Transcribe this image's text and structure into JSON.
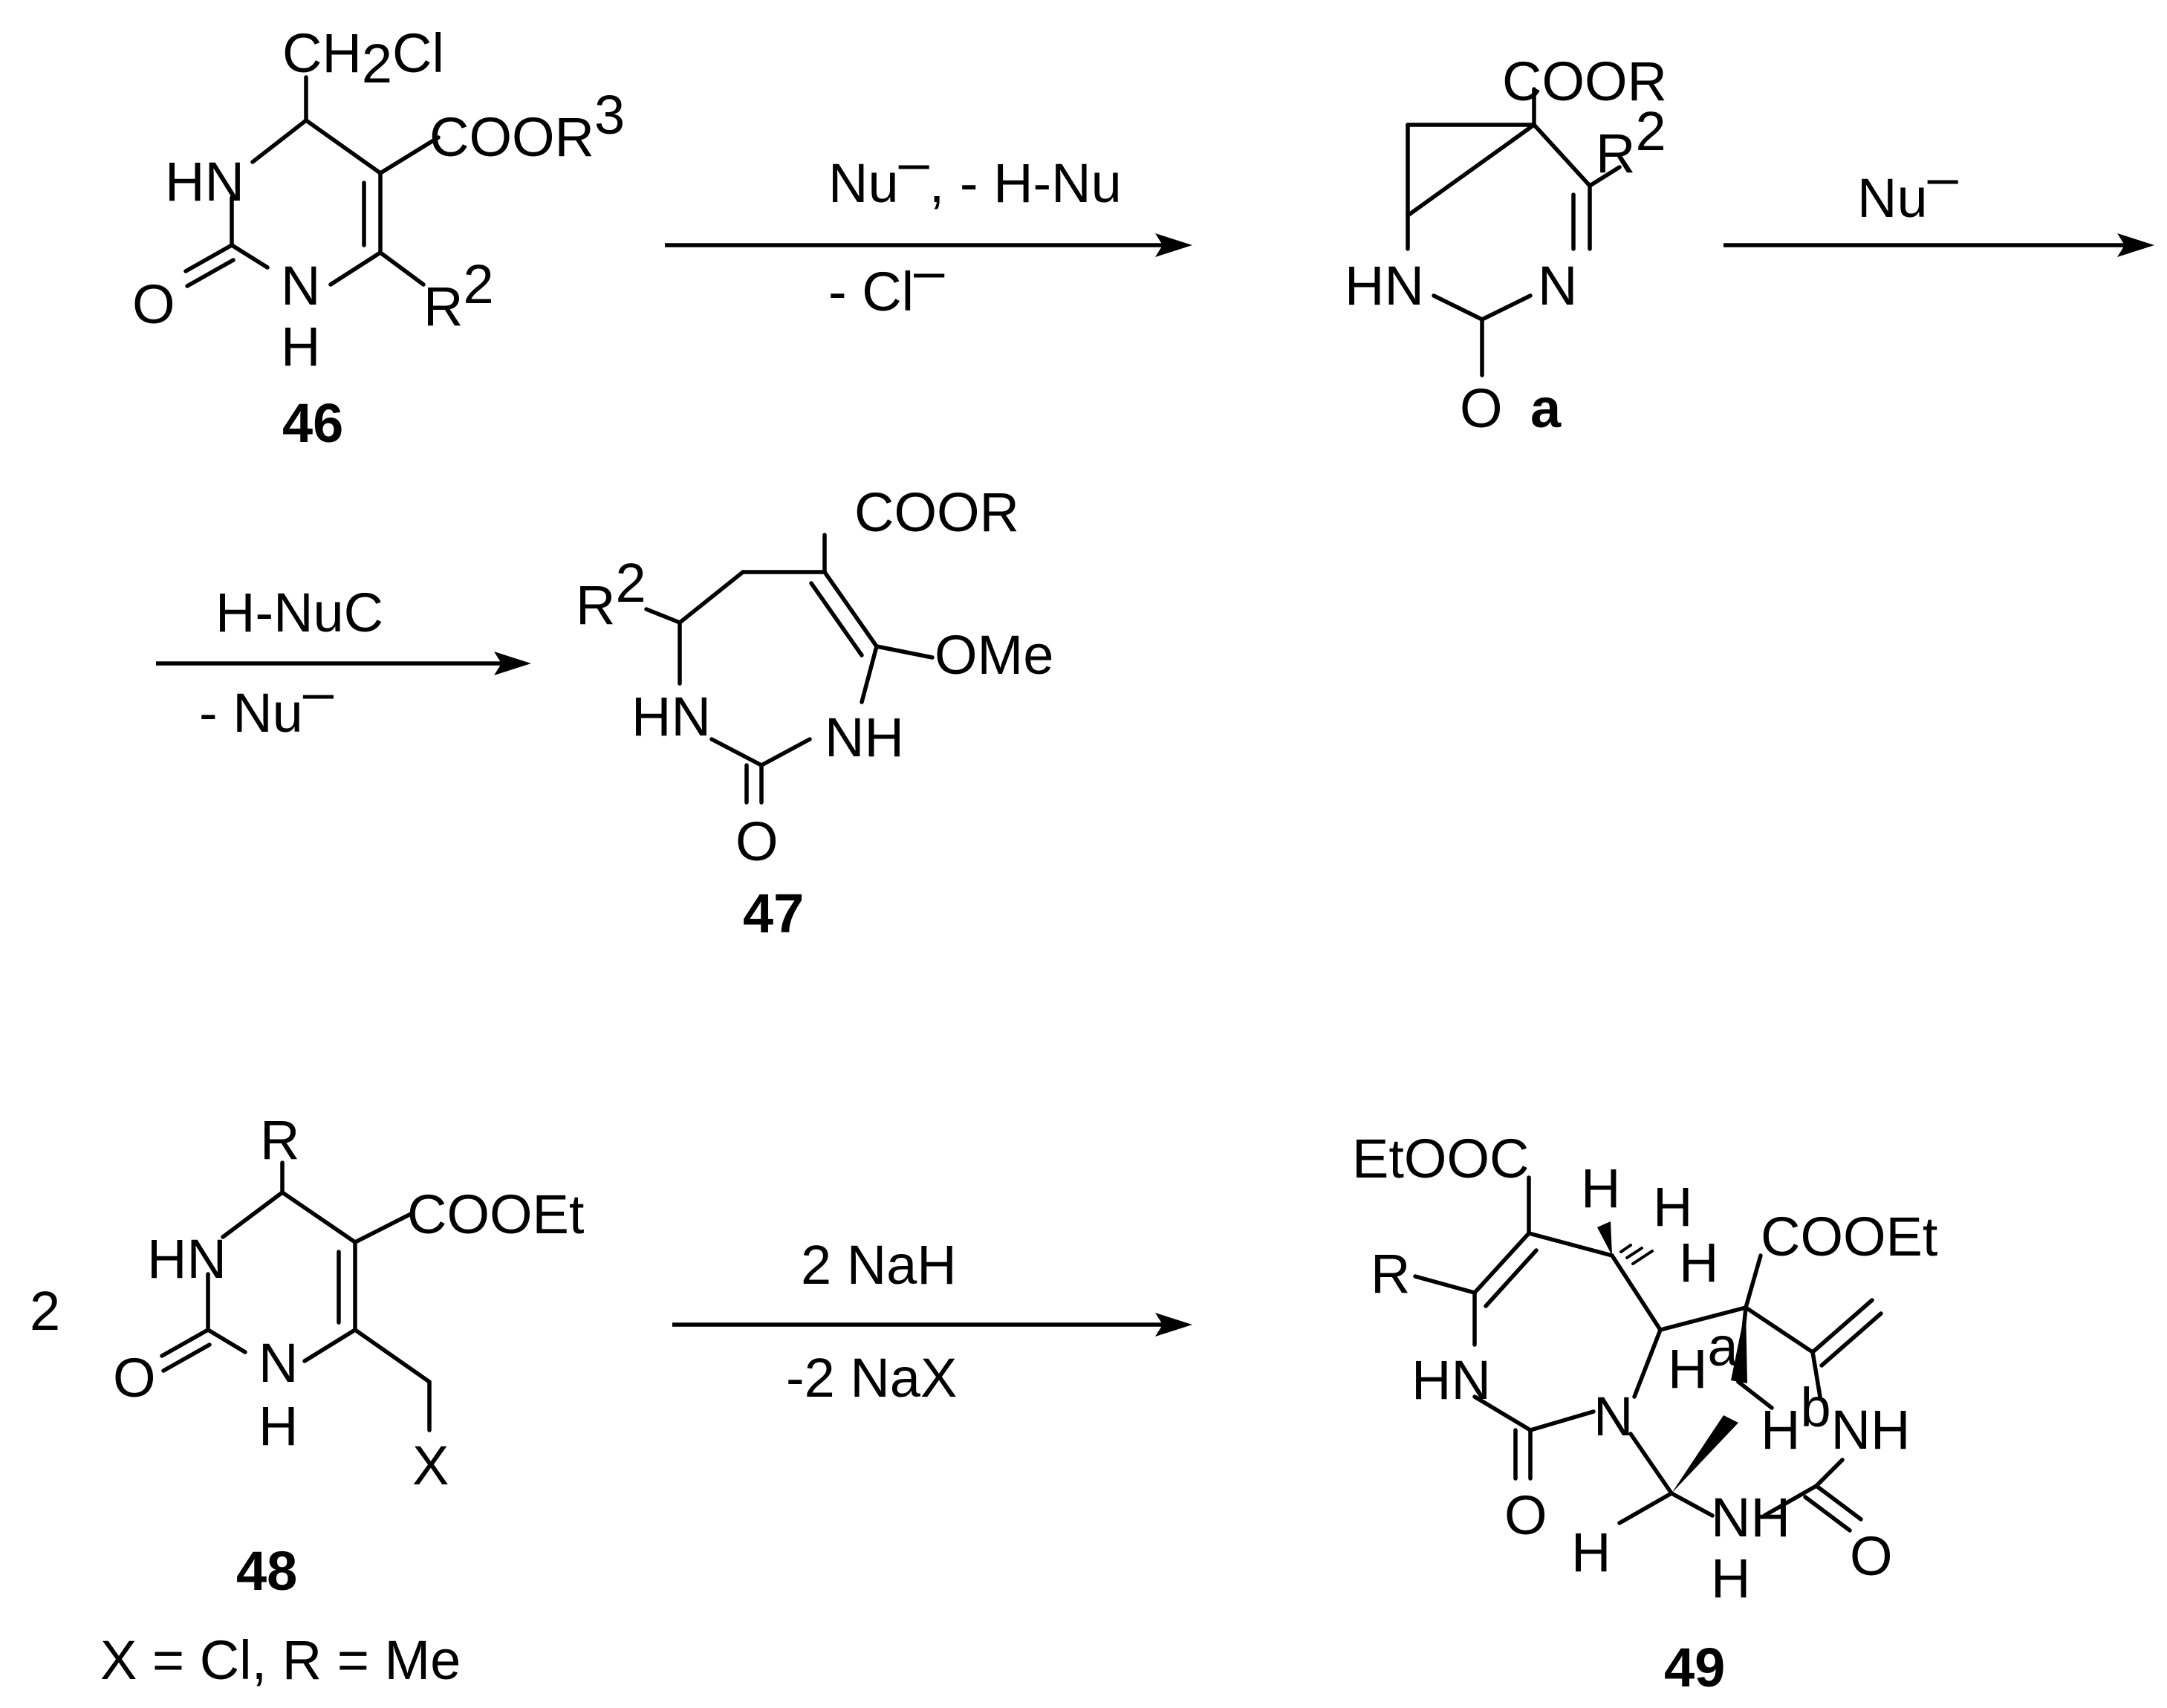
{
  "compound_46": {
    "id": "46",
    "ch2": "CH",
    "ch2_sub": "2",
    "ch2_cl": "Cl",
    "ester": "COOR",
    "ester_sup": "3",
    "hn": "HN",
    "o": "O",
    "n": "N",
    "h": "H",
    "r": "R",
    "r_sup": "2"
  },
  "arrow_1": {
    "top": "Nu",
    "top_sup": "–",
    "top_rest": ", - H-Nu",
    "bottom": "- Cl",
    "bottom_sup": "–"
  },
  "intermediate_a": {
    "id": "a",
    "ester": "COOR",
    "r": "R",
    "r_sup": "2",
    "n": "N",
    "hn": "HN",
    "o": "O"
  },
  "arrow_2": {
    "top": "Nu",
    "top_sup": "–"
  },
  "arrow_3": {
    "top": "H-NuC",
    "bottom": "- Nu",
    "bottom_sup": "–"
  },
  "compound_47": {
    "id": "47",
    "ester": "COOR",
    "r": "R",
    "r_sup": "2",
    "ome": "OMe",
    "hn": "HN",
    "nh": "NH",
    "o": "O"
  },
  "compound_48": {
    "id": "48",
    "coefficient": "2",
    "r": "R",
    "ester": "COOEt",
    "hn": "HN",
    "o": "O",
    "n": "N",
    "h": "H",
    "x": "X",
    "condition": "X = Cl, R = Me"
  },
  "arrow_4": {
    "top": "2 NaH",
    "bottom": "-2 NaX"
  },
  "compound_49": {
    "id": "49",
    "ester_left": "EtOOC",
    "ester_right": "COOEt",
    "r": "R",
    "hn": "HN",
    "n": "N",
    "o_left": "O",
    "o_right": "O",
    "h": "H",
    "h_a": "H",
    "h_a_sup": "a",
    "h_b": "H",
    "h_b_sup": "b",
    "nh_b": "NH",
    "nh": "NH"
  }
}
